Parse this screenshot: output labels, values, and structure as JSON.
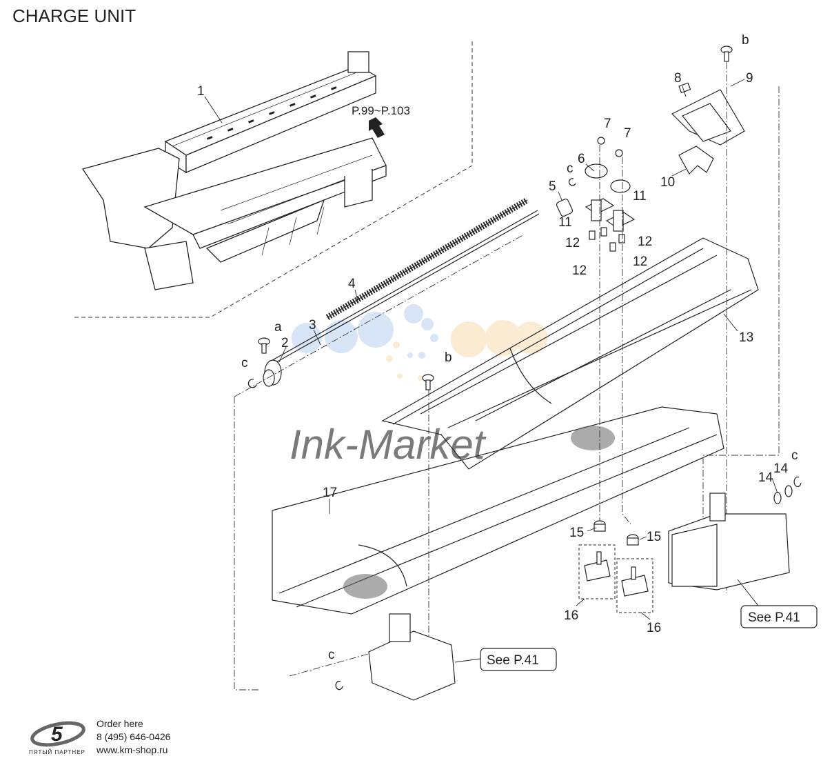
{
  "title": "CHARGE UNIT",
  "reference_pages": "P.99~P.103",
  "callouts": {
    "see_left": "See P.41",
    "see_right": "See P.41"
  },
  "part_labels": [
    {
      "id": "p1",
      "text": "1"
    },
    {
      "id": "p2",
      "text": "2"
    },
    {
      "id": "p3",
      "text": "3"
    },
    {
      "id": "p4",
      "text": "4"
    },
    {
      "id": "p5",
      "text": "5"
    },
    {
      "id": "p6",
      "text": "6"
    },
    {
      "id": "p7a",
      "text": "7"
    },
    {
      "id": "p7b",
      "text": "7"
    },
    {
      "id": "p8",
      "text": "8"
    },
    {
      "id": "p9",
      "text": "9"
    },
    {
      "id": "p10",
      "text": "10"
    },
    {
      "id": "p11a",
      "text": "11"
    },
    {
      "id": "p11b",
      "text": "11"
    },
    {
      "id": "p12a",
      "text": "12"
    },
    {
      "id": "p12b",
      "text": "12"
    },
    {
      "id": "p12c",
      "text": "12"
    },
    {
      "id": "p12d",
      "text": "12"
    },
    {
      "id": "p13",
      "text": "13"
    },
    {
      "id": "p14a",
      "text": "14"
    },
    {
      "id": "p14b",
      "text": "14"
    },
    {
      "id": "p15a",
      "text": "15"
    },
    {
      "id": "p15b",
      "text": "15"
    },
    {
      "id": "p16a",
      "text": "16"
    },
    {
      "id": "p16b",
      "text": "16"
    },
    {
      "id": "p17",
      "text": "17"
    },
    {
      "id": "la",
      "text": "a"
    },
    {
      "id": "lb1",
      "text": "b"
    },
    {
      "id": "lb2",
      "text": "b"
    },
    {
      "id": "lc1",
      "text": "c"
    },
    {
      "id": "lc2",
      "text": "c"
    },
    {
      "id": "lc3",
      "text": "c"
    },
    {
      "id": "lc4",
      "text": "c"
    }
  ],
  "watermark": "Ink-Market",
  "footer": {
    "line1": "Order here",
    "line2": "8 (495) 646-0426",
    "line3": "www.km-shop.ru",
    "brand": "ПЯТЫЙ ПАРТНЕР"
  },
  "colors": {
    "ink": "#222222",
    "watermark": "#e8b8b8",
    "dots_blue": "#b8d0f0",
    "dots_orange": "#f8dcb0"
  }
}
